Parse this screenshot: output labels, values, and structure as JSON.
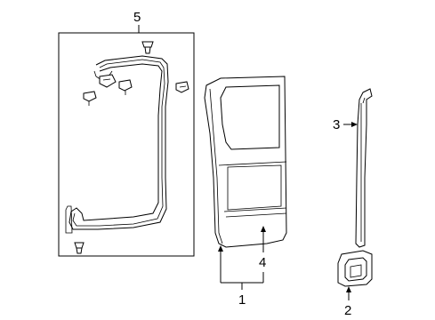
{
  "diagram": {
    "callouts": {
      "part_1": "1",
      "part_2": "2",
      "part_3": "3",
      "part_4": "4",
      "part_5": "5"
    },
    "parts": [
      "weatherstrip-kit",
      "door-shell",
      "door-outer-panel",
      "door-trim-strip",
      "handle-bezel"
    ],
    "line_color": "#000000",
    "background": "#ffffff"
  }
}
